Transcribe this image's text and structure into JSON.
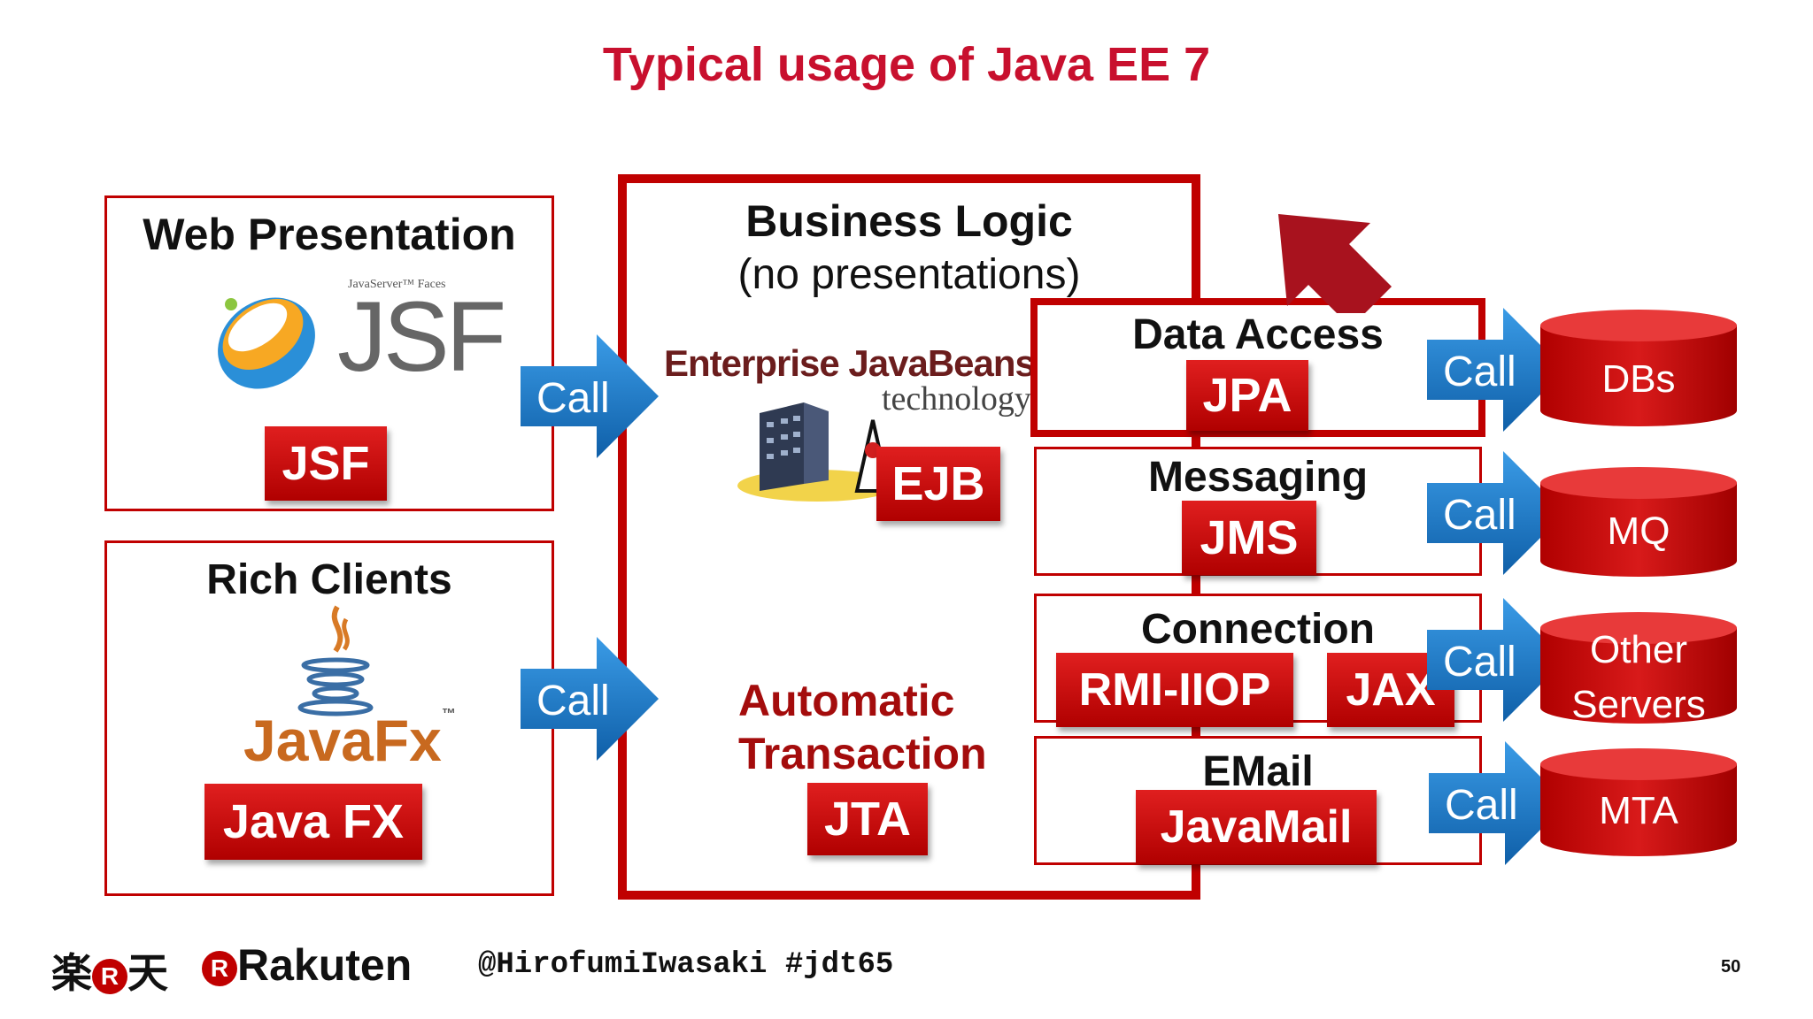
{
  "title": "Typical usage of Java EE 7",
  "colors": {
    "brand_red": "#c00000",
    "title_red": "#c8102e",
    "call_blue": "#1a78c8"
  },
  "web_presentation": {
    "heading": "Web Presentation",
    "logo_small": "JavaServer™ Faces",
    "logo_text": "JSF",
    "tag": "JSF"
  },
  "rich_clients": {
    "heading": "Rich Clients",
    "logo_text": "JavaFx",
    "logo_mark": "™",
    "tag": "Java FX"
  },
  "business_logic": {
    "heading": "Business Logic",
    "subheading": "(no presentations)",
    "ejb_logo_line1": "Enterprise JavaBeans",
    "ejb_logo_tm": "™",
    "ejb_logo_line2": "technology",
    "ejb_tag": "EJB",
    "transaction_line1": "Automatic",
    "transaction_line2": "Transaction",
    "jta_tag": "JTA"
  },
  "services": [
    {
      "heading": "Data Access",
      "tags": [
        "JPA"
      ],
      "target": "DBs"
    },
    {
      "heading": "Messaging",
      "tags": [
        "JMS"
      ],
      "target": "MQ"
    },
    {
      "heading": "Connection",
      "tags": [
        "RMI-IIOP",
        "JAX"
      ],
      "target_line1": "Other",
      "target_line2": "Servers"
    },
    {
      "heading": "EMail",
      "tags": [
        "JavaMail"
      ],
      "target": "MTA"
    }
  ],
  "call_label": "Call",
  "footer": {
    "kanji_logo": "楽",
    "kanji_logo2": "天",
    "brand_mark": "R",
    "brand": "Rakuten",
    "handle": "@HirofumiIwasaki #jdt65",
    "page_number": "50"
  },
  "icons": [
    "java-cup-icon",
    "jsf-swirl-icon",
    "ejb-building-icon",
    "duke-icon",
    "pointer-arrow-icon",
    "call-arrow-icon",
    "cylinder-icon"
  ]
}
